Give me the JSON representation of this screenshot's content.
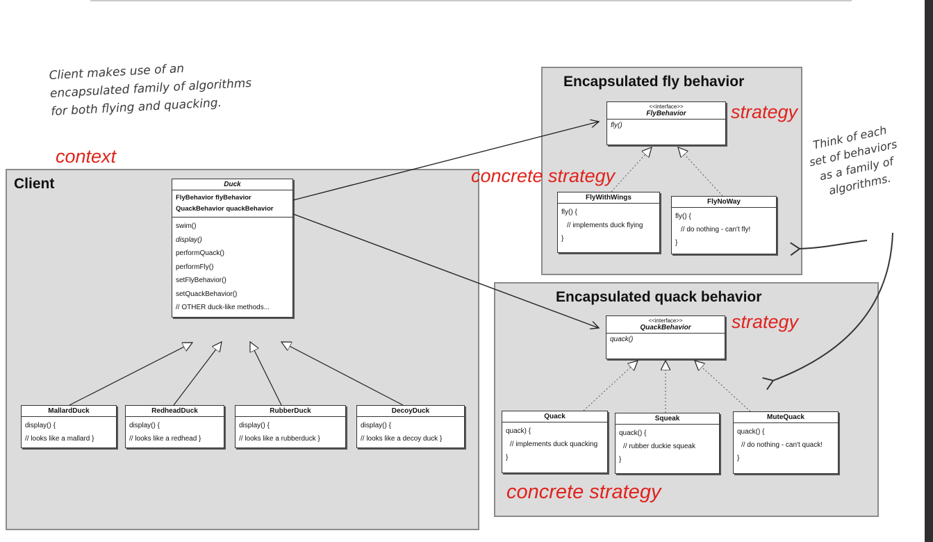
{
  "note_client": {
    "lines": [
      "Client makes use of an",
      "encapsulated family of algorithms",
      "for both flying and quacking."
    ]
  },
  "note_family": {
    "lines": [
      "Think of each",
      "set of behaviors",
      "as a family of",
      "algorithms."
    ]
  },
  "labels": {
    "context": "context",
    "client": "Client",
    "fly_panel_title": "Encapsulated fly behavior",
    "quack_panel_title": "Encapsulated quack behavior",
    "strategy_fly": "strategy",
    "strategy_quack": "strategy",
    "concrete_fly": "concrete strategy",
    "concrete_quack": "concrete strategy"
  },
  "duck": {
    "name": "Duck",
    "fields": [
      "FlyBehavior flyBehavior",
      "QuackBehavior quackBehavior"
    ],
    "methods": [
      "swim()",
      "display()",
      "performQuack()",
      "performFly()",
      "setFlyBehavior()",
      "setQuackBehavior()",
      "// OTHER duck-like methods..."
    ]
  },
  "subclasses": [
    {
      "name": "MallardDuck",
      "line1": "display() {",
      "line2": "// looks like a mallard }"
    },
    {
      "name": "RedheadDuck",
      "line1": "display() {",
      "line2": "// looks like a redhead }"
    },
    {
      "name": "RubberDuck",
      "line1": "display() {",
      "line2": "// looks like a rubberduck }"
    },
    {
      "name": "DecoyDuck",
      "line1": "display() {",
      "line2": "// looks like a decoy duck }"
    }
  ],
  "fly_interface": {
    "stereotype": "<<interface>>",
    "name": "FlyBehavior",
    "method": "fly()"
  },
  "fly_impls": [
    {
      "name": "FlyWithWings",
      "l1": "fly() {",
      "l2": "// implements duck flying",
      "l3": "}"
    },
    {
      "name": "FlyNoWay",
      "l1": "fly() {",
      "l2": "// do nothing - can't fly!",
      "l3": "}"
    }
  ],
  "quack_interface": {
    "stereotype": "<<interface>>",
    "name": "QuackBehavior",
    "method": "quack()"
  },
  "quack_impls": [
    {
      "name": "Quack",
      "l1": "quack) {",
      "l2": "// implements duck quacking",
      "l3": "}"
    },
    {
      "name": "Squeak",
      "l1": "quack() {",
      "l2": "// rubber duckie squeak",
      "l3": "}"
    },
    {
      "name": "MuteQuack",
      "l1": "quack() {",
      "l2": "// do nothing - can't quack!",
      "l3": "}"
    }
  ]
}
